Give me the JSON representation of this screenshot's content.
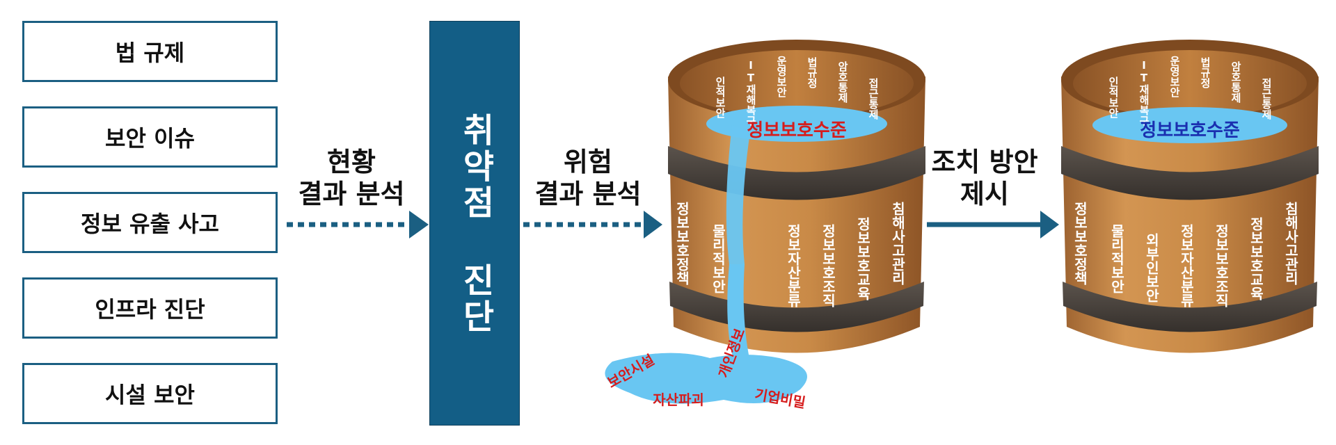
{
  "left_items": [
    "법 규제",
    "보안 이슈",
    "정보 유출 사고",
    "인프라 진단",
    "시설 보안"
  ],
  "flow": {
    "label1": [
      "현황",
      "결과 분석"
    ],
    "diagnosis": "취약점 진단",
    "label2": [
      "위험",
      "결과 분석"
    ],
    "label3": [
      "조치 방안",
      "제시"
    ]
  },
  "barrel_left": {
    "level": "정보보호수준",
    "back_staves": [
      "인적보안",
      "IT재해복구",
      "운영보안",
      "법규정",
      "암호통제",
      "접근통제"
    ],
    "front_staves": [
      "정보보호정책",
      "물리적보안",
      "정보자산분류",
      "정보보호조직",
      "정보보호교육",
      "침해사고관리"
    ],
    "leak_labels": [
      "보안시설",
      "개인정보",
      "자산파괴",
      "기업비밀"
    ]
  },
  "barrel_right": {
    "level": "정보보호수준",
    "back_staves": [
      "인적보안",
      "IT재해복구",
      "운영보안",
      "법규정",
      "암호통제",
      "접근통제"
    ],
    "front_staves": [
      "정보보호정책",
      "물리적보안",
      "외부인보안",
      "정보자산분류",
      "정보보호조직",
      "정보보호교육",
      "침해사고관리"
    ]
  },
  "colors": {
    "box_border": "#1b5f82",
    "diagnosis_fill": "#135e86",
    "arrow": "#1b5f82",
    "wood": "#c98a47",
    "band": "#4a443f",
    "water": "#69c6f2",
    "level_text_left": "#d61c1c",
    "level_text_right": "#1a2fb0",
    "leak_text": "#d61c1c"
  }
}
